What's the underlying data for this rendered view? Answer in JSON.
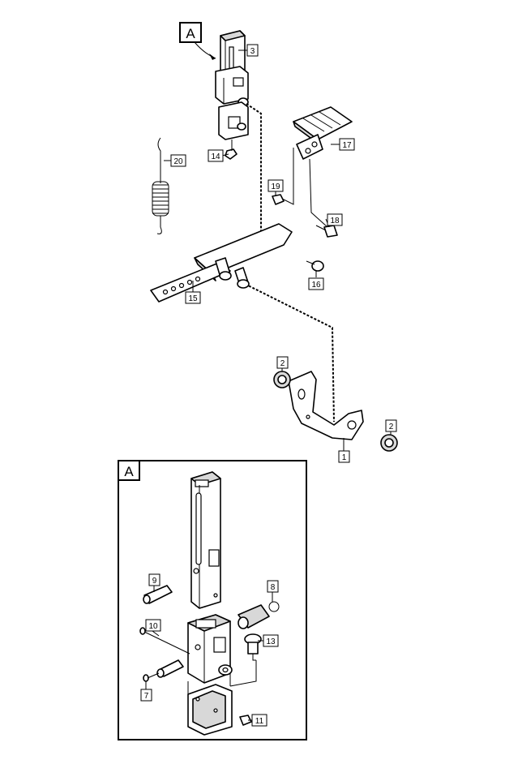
{
  "diagram": {
    "detail_label": "A",
    "inset_label": "A",
    "callouts": [
      {
        "id": "3",
        "text": "3"
      },
      {
        "id": "17",
        "text": "17"
      },
      {
        "id": "14",
        "text": "14"
      },
      {
        "id": "20",
        "text": "20"
      },
      {
        "id": "19",
        "text": "19"
      },
      {
        "id": "18",
        "text": "18"
      },
      {
        "id": "16",
        "text": "16"
      },
      {
        "id": "15",
        "text": "15"
      },
      {
        "id": "2a",
        "text": "2"
      },
      {
        "id": "2b",
        "text": "2"
      },
      {
        "id": "1",
        "text": "1"
      },
      {
        "id": "9",
        "text": "9"
      },
      {
        "id": "8",
        "text": "8"
      },
      {
        "id": "10",
        "text": "10"
      },
      {
        "id": "13",
        "text": "13"
      },
      {
        "id": "7",
        "text": "7"
      },
      {
        "id": "11",
        "text": "11"
      }
    ]
  }
}
